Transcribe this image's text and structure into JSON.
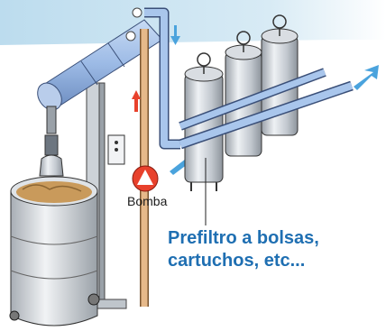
{
  "labels": {
    "pump": "Bomba",
    "prefilter_line1": "Prefiltro a bolsas,",
    "prefilter_line2": "cartuchos, etc..."
  },
  "colors": {
    "banner": "#cfe5f3",
    "pipe_blue": "#a9c6ec",
    "pipe_copper": "#e6b98a",
    "arrow_red": "#e8412c",
    "arrow_blue": "#4aa3dd",
    "label_blue": "#1f6fb2",
    "steel": "#c7ccd2"
  },
  "icons": [
    "pump-icon",
    "pressure-gauge-icon",
    "valve-handwheel-icon",
    "flow-arrow-icon"
  ]
}
